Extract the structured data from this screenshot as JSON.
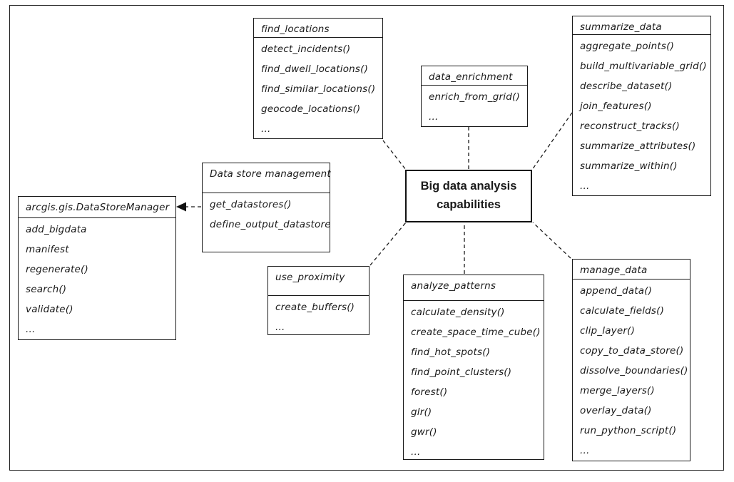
{
  "diagram_title": "Big data analysis capabilities",
  "center": {
    "label": "Big data analysis capabilities"
  },
  "colors": {
    "line": "#1a1a1a",
    "background": "#ffffff"
  },
  "boxes": {
    "find_locations": {
      "title": "find_locations",
      "items": [
        "detect_incidents()",
        "find_dwell_locations()",
        "find_similar_locations()",
        "geocode_locations()",
        "..."
      ]
    },
    "summarize_data": {
      "title": "summarize_data",
      "items": [
        "aggregate_points()",
        "build_multivariable_grid()",
        "describe_dataset()",
        "join_features()",
        "reconstruct_tracks()",
        "summarize_attributes()",
        "summarize_within()",
        "..."
      ]
    },
    "data_enrichment": {
      "title": "data_enrichment",
      "items": [
        "enrich_from_grid()",
        "..."
      ]
    },
    "data_store_management": {
      "title": "Data store management",
      "items": [
        "get_datastores()",
        "define_output_datastore"
      ]
    },
    "datastore_manager": {
      "title": "arcgis.gis.DataStoreManager",
      "items": [
        "add_bigdata",
        "manifest",
        "regenerate()",
        "search()",
        "validate()",
        "..."
      ]
    },
    "use_proximity": {
      "title": "use_proximity",
      "items": [
        "create_buffers()",
        "..."
      ]
    },
    "analyze_patterns": {
      "title": "analyze_patterns",
      "items": [
        "calculate_density()",
        "create_space_time_cube()",
        "find_hot_spots()",
        "find_point_clusters()",
        "forest()",
        "glr()",
        "gwr()",
        "..."
      ]
    },
    "manage_data": {
      "title": "manage_data",
      "items": [
        "append_data()",
        "calculate_fields()",
        "clip_layer()",
        "copy_to_data_store()",
        "dissolve_boundaries()",
        "merge_layers()",
        "overlay_data()",
        "run_python_script()",
        "..."
      ]
    }
  }
}
